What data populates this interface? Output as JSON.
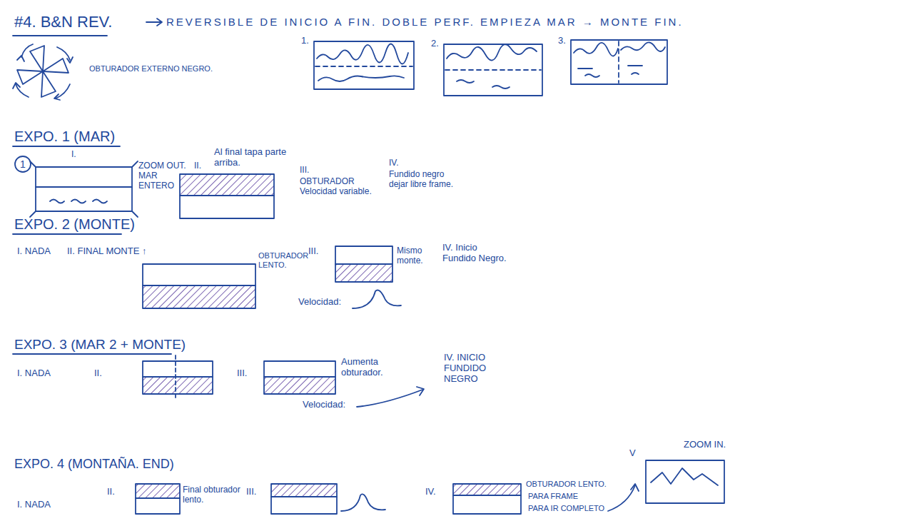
{
  "diagram": {
    "title": "#4. B&N REV.",
    "labels": [
      "REVERSIBLE DE INICIO A FIN. DOBLE PERF. EMPIEZA MAR → MONTE FIN.",
      "OBTURADOR EXTERNO NEGRO.",
      "1.",
      "2.",
      "3.",
      "EXPO. 1 (MAR)",
      "I.",
      "1",
      "ZOOM OUT. MAR ENTERO",
      "II.",
      "Al final tapa parte arriba.",
      "III.",
      "OBTURADOR Velocidad variable.",
      "IV.",
      "Fundido negro dejar libre frame.",
      "EXPO. 2 (MONTE)",
      "I. NADA",
      "II. FINAL MONTE ↑",
      "OBTURADOR LENTO.",
      "III.",
      "Mismo monte.",
      "IV. Inicio Fundido Negro.",
      "Velocidad:",
      "EXPO. 3 (MAR 2 + MONTE)",
      "I. NADA",
      "II.",
      "III.",
      "Aumenta obturador.",
      "Velocidad:",
      "IV. INICIO FUNDIDO NEGRO",
      "EXPO. 4 (MONTAÑA. END)",
      "I. NADA",
      "II.",
      "Final obturador lento.",
      "III.",
      "IV.",
      "OBTURADOR LENTO.",
      "PARA FRAME",
      "PARA IR COMPLETO",
      "V",
      "ZOOM IN."
    ]
  }
}
